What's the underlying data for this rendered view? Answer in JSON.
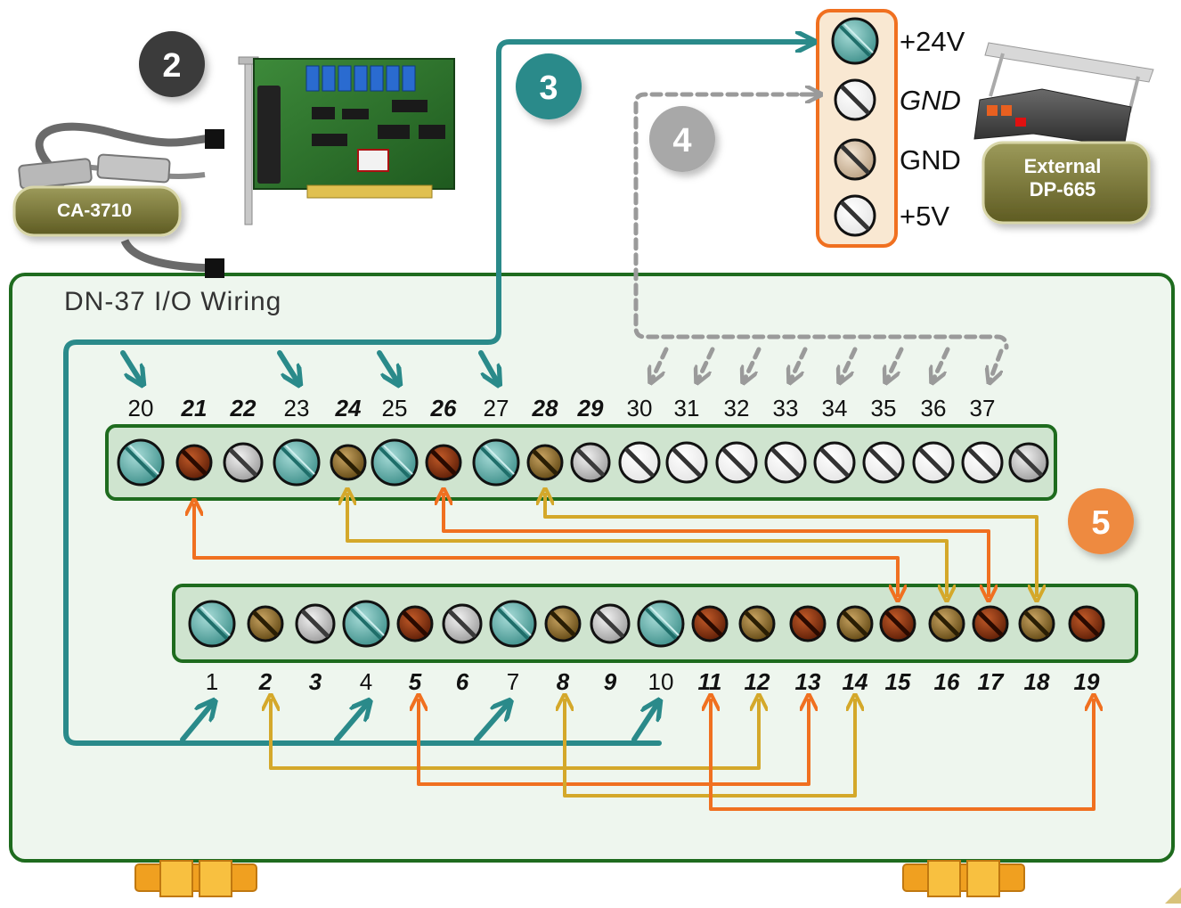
{
  "title": "DN-37 I/O Wiring",
  "steps": {
    "step2": "2",
    "step3": "3",
    "step4": "4",
    "step5": "5"
  },
  "cable_label": "CA-3710",
  "power_label": {
    "line1": "External",
    "line2": "DP-665"
  },
  "power_terminals": [
    {
      "label": "+24V",
      "italic": false,
      "type": "teal"
    },
    {
      "label": "GND",
      "italic": true,
      "type": "white"
    },
    {
      "label": "GND",
      "italic": false,
      "type": "tan"
    },
    {
      "label": "+5V",
      "italic": false,
      "type": "white"
    }
  ],
  "top_row": [
    {
      "num": "20",
      "bold": false,
      "type": "teal"
    },
    {
      "num": "21",
      "bold": true,
      "type": "orange"
    },
    {
      "num": "22",
      "bold": true,
      "type": "grey"
    },
    {
      "num": "23",
      "bold": false,
      "type": "teal"
    },
    {
      "num": "24",
      "bold": true,
      "type": "gold"
    },
    {
      "num": "25",
      "bold": false,
      "type": "teal"
    },
    {
      "num": "26",
      "bold": true,
      "type": "orange"
    },
    {
      "num": "27",
      "bold": false,
      "type": "teal"
    },
    {
      "num": "28",
      "bold": true,
      "type": "gold"
    },
    {
      "num": "29",
      "bold": true,
      "type": "grey"
    },
    {
      "num": "30",
      "bold": false,
      "type": "white"
    },
    {
      "num": "31",
      "bold": false,
      "type": "white"
    },
    {
      "num": "32",
      "bold": false,
      "type": "white"
    },
    {
      "num": "33",
      "bold": false,
      "type": "white"
    },
    {
      "num": "34",
      "bold": false,
      "type": "white"
    },
    {
      "num": "35",
      "bold": false,
      "type": "white"
    },
    {
      "num": "36",
      "bold": false,
      "type": "white"
    },
    {
      "num": "37",
      "bold": false,
      "type": "white"
    },
    {
      "num": "",
      "bold": false,
      "type": "grey"
    }
  ],
  "bottom_row": [
    {
      "num": "1",
      "bold": false,
      "type": "teal"
    },
    {
      "num": "2",
      "bold": true,
      "type": "gold"
    },
    {
      "num": "3",
      "bold": true,
      "type": "grey"
    },
    {
      "num": "4",
      "bold": false,
      "type": "teal"
    },
    {
      "num": "5",
      "bold": true,
      "type": "orange"
    },
    {
      "num": "6",
      "bold": true,
      "type": "grey"
    },
    {
      "num": "7",
      "bold": false,
      "type": "teal"
    },
    {
      "num": "8",
      "bold": true,
      "type": "gold"
    },
    {
      "num": "9",
      "bold": true,
      "type": "grey"
    },
    {
      "num": "10",
      "bold": false,
      "type": "teal"
    },
    {
      "num": "11",
      "bold": true,
      "type": "orange"
    },
    {
      "num": "12",
      "bold": true,
      "type": "gold"
    },
    {
      "num": "13",
      "bold": true,
      "type": "orange"
    },
    {
      "num": "14",
      "bold": true,
      "type": "gold"
    },
    {
      "num": "15",
      "bold": true,
      "type": "orange"
    },
    {
      "num": "16",
      "bold": true,
      "type": "gold"
    },
    {
      "num": "17",
      "bold": true,
      "type": "orange"
    },
    {
      "num": "18",
      "bold": true,
      "type": "gold"
    },
    {
      "num": "19",
      "bold": true,
      "type": "orange"
    }
  ],
  "colors": {
    "frame_green": "#1e6b1e",
    "panel_fill": "#eef6ee",
    "strip_fill": "#cfe4cf",
    "teal": "#2a8a8a",
    "orange": "#f07020",
    "gold": "#d4a82a",
    "grey_dash": "#9a9a9a",
    "olive": "#7d7a3a"
  }
}
